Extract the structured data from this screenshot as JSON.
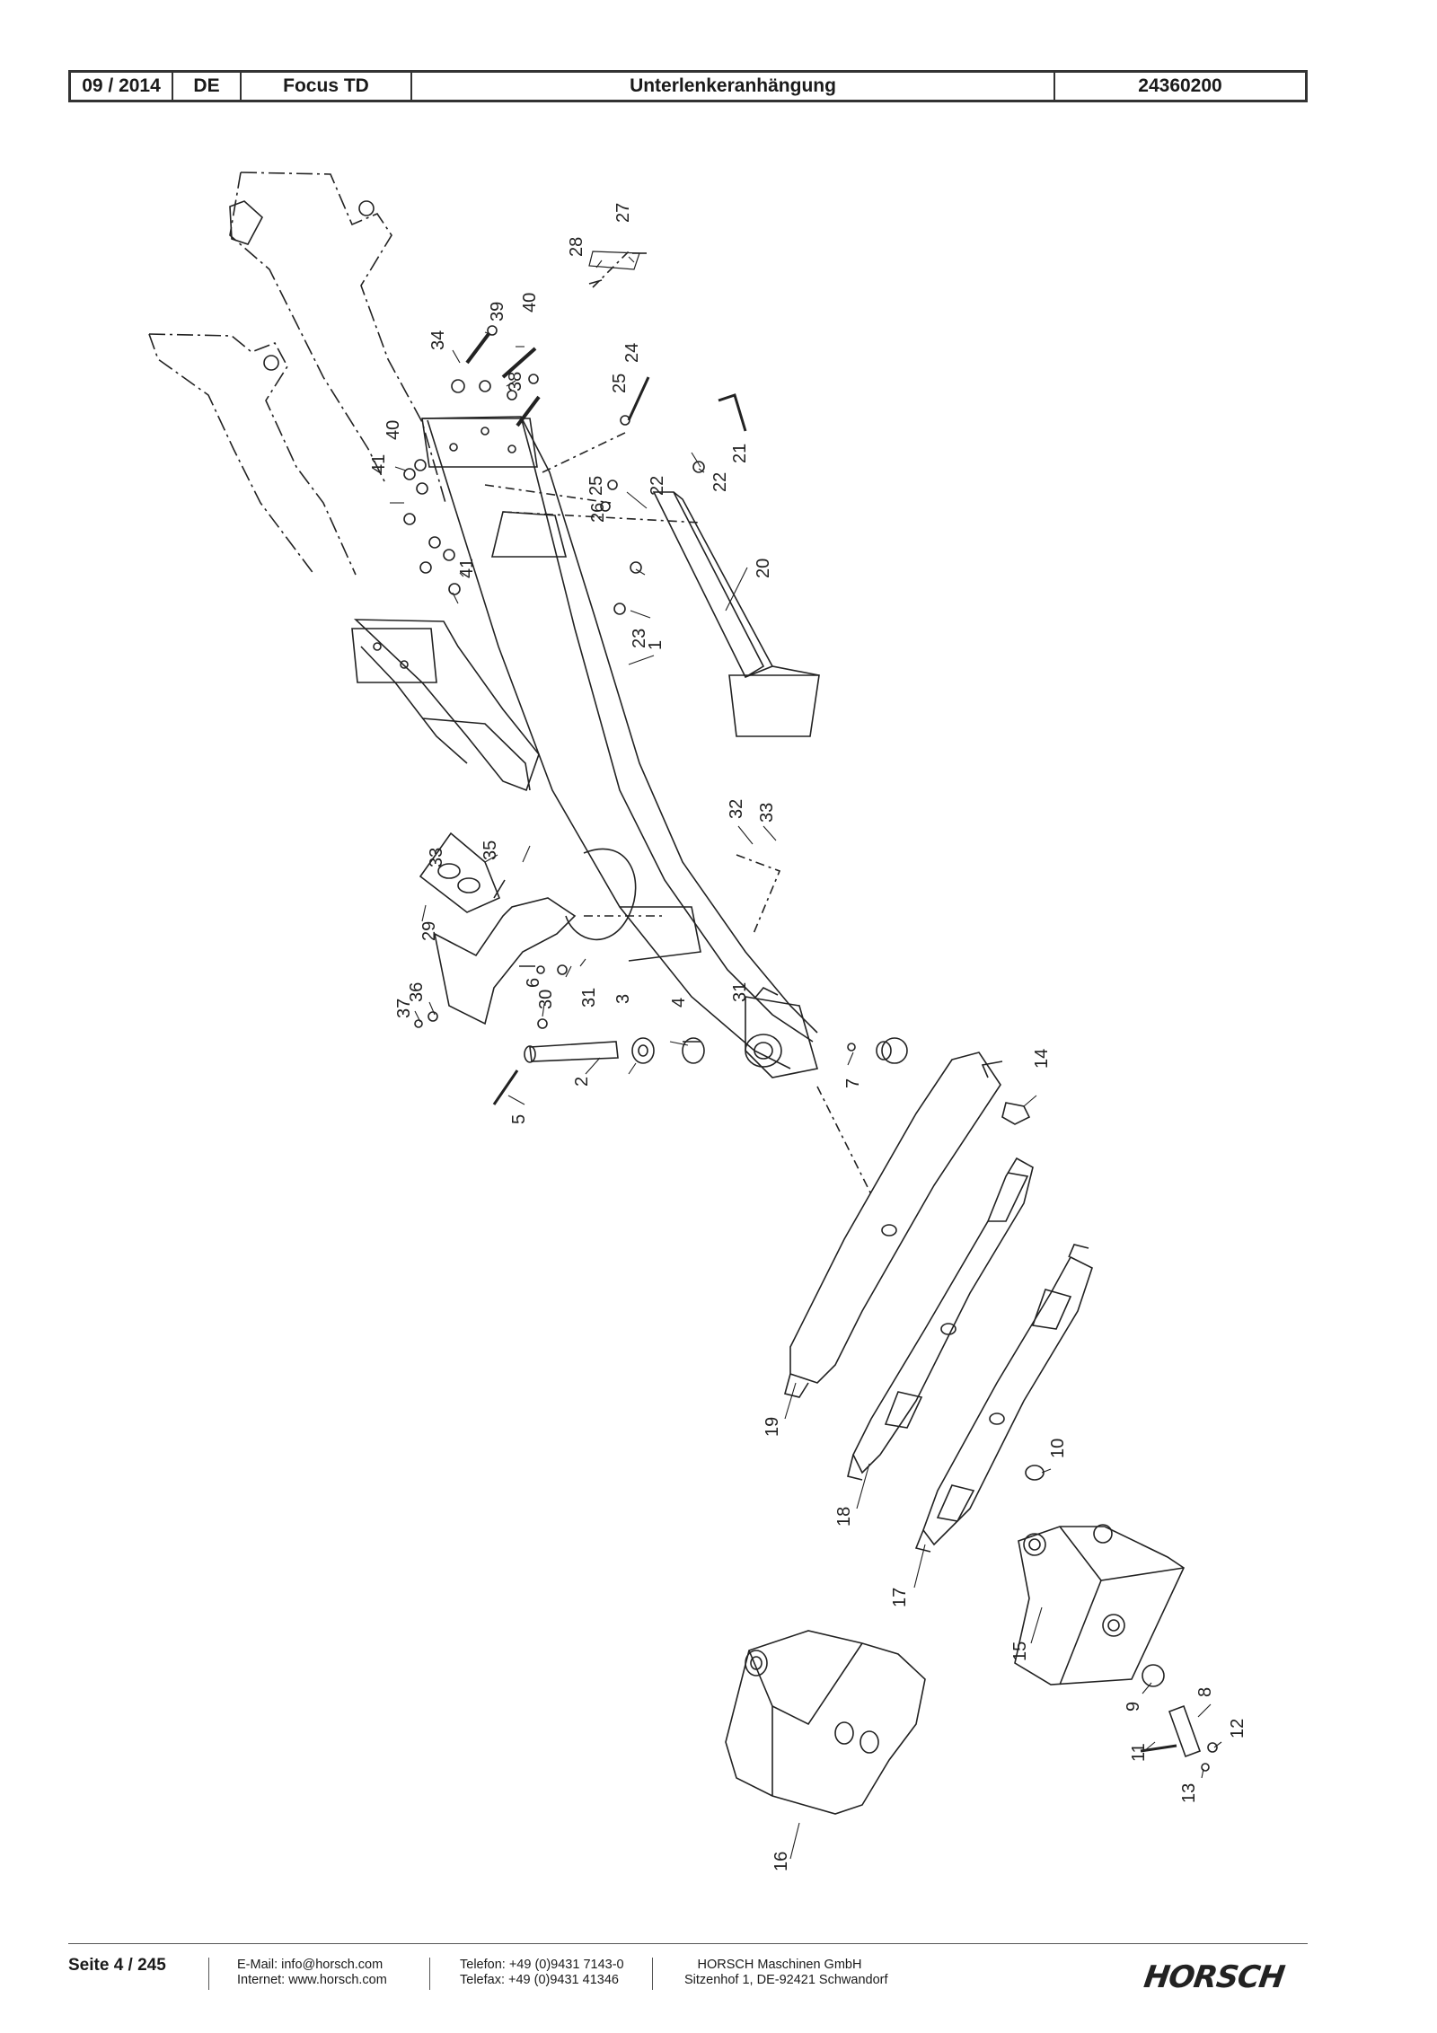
{
  "header": {
    "date": "09 / 2014",
    "language": "DE",
    "model": "Focus TD",
    "title": "Unterlenkeranhängung",
    "doc_number": "24360200"
  },
  "drawing": {
    "labels": [
      "1",
      "2",
      "3",
      "4",
      "5",
      "6",
      "7",
      "8",
      "9",
      "10",
      "11",
      "12",
      "13",
      "14",
      "15",
      "16",
      "17",
      "18",
      "19",
      "20",
      "21",
      "22",
      "22",
      "23",
      "24",
      "25",
      "25",
      "26",
      "27",
      "28",
      "29",
      "30",
      "31",
      "31",
      "32",
      "33",
      "33",
      "34",
      "35",
      "36",
      "37",
      "38",
      "39",
      "40",
      "40",
      "41",
      "41"
    ]
  },
  "footer": {
    "page": "Seite 4 / 245",
    "email": "E-Mail: info@horsch.com",
    "internet": "Internet: www.horsch.com",
    "phone": "Telefon: +49 (0)9431 7143-0",
    "fax": "Telefax: +49 (0)9431 41346",
    "company": "HORSCH Maschinen GmbH",
    "address": "Sitzenhof 1, DE-92421 Schwandorf",
    "logo_text": "HORSCH"
  }
}
